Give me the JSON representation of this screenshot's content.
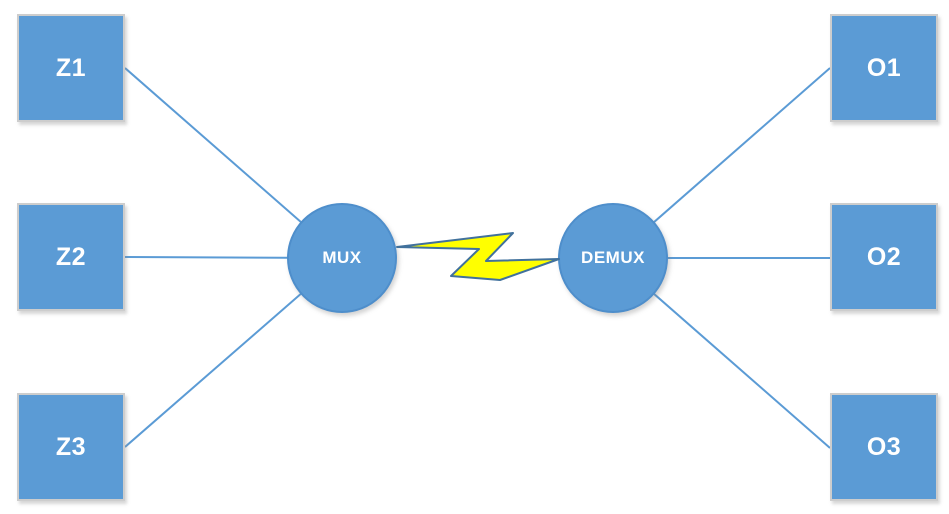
{
  "diagram": {
    "nodes": {
      "inputs": [
        {
          "label": "Z1"
        },
        {
          "label": "Z2"
        },
        {
          "label": "Z3"
        }
      ],
      "mux": {
        "label": "MUX"
      },
      "demux": {
        "label": "DEMUX"
      },
      "outputs": [
        {
          "label": "O1"
        },
        {
          "label": "O2"
        },
        {
          "label": "O3"
        }
      ]
    },
    "connections": [
      {
        "from": "Z1",
        "to": "MUX"
      },
      {
        "from": "Z2",
        "to": "MUX"
      },
      {
        "from": "Z3",
        "to": "MUX"
      },
      {
        "from": "MUX",
        "to": "DEMUX"
      },
      {
        "from": "DEMUX",
        "to": "O1"
      },
      {
        "from": "DEMUX",
        "to": "O2"
      },
      {
        "from": "DEMUX",
        "to": "O3"
      }
    ],
    "icons": [
      {
        "name": "lightning-bolt-icon",
        "meaning": "transmission link between MUX and DEMUX"
      }
    ],
    "colors": {
      "node_fill": "#5b9bd5",
      "box_border": "#cdcdcd",
      "circle_border": "#4e8ecb",
      "connector": "#5b9bd5",
      "bolt_fill": "#ffff00",
      "bolt_stroke": "#41719c",
      "label_text": "#ffffff",
      "background": "#ffffff"
    }
  }
}
